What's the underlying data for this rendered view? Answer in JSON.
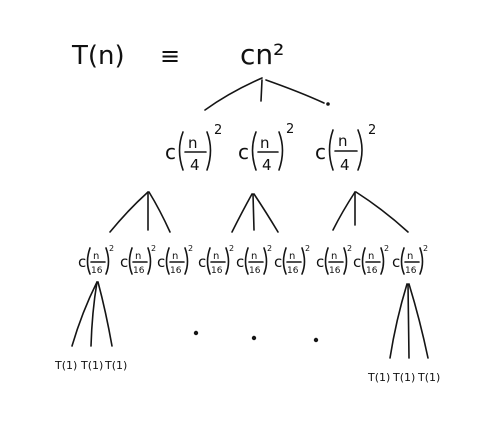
{
  "root": {
    "lhs": "T(n)",
    "equiv": "≡",
    "cost": "cn²"
  },
  "level1": {
    "nodes": [
      {
        "coef": "c",
        "num": "n",
        "den": "4",
        "exp": "2"
      },
      {
        "coef": "c",
        "num": "n",
        "den": "4",
        "exp": "2"
      },
      {
        "coef": "c",
        "num": "n",
        "den": "4",
        "exp": "2"
      }
    ]
  },
  "level2": {
    "nodes": [
      {
        "coef": "c",
        "num": "n",
        "den": "16",
        "exp": "2"
      },
      {
        "coef": "c",
        "num": "n",
        "den": "16",
        "exp": "2"
      },
      {
        "coef": "c",
        "num": "n",
        "den": "16",
        "exp": "2"
      },
      {
        "coef": "c",
        "num": "n",
        "den": "16",
        "exp": "2"
      },
      {
        "coef": "c",
        "num": "n",
        "den": "16",
        "exp": "2"
      },
      {
        "coef": "c",
        "num": "n",
        "den": "16",
        "exp": "2"
      },
      {
        "coef": "c",
        "num": "n",
        "den": "16",
        "exp": "2"
      },
      {
        "coef": "c",
        "num": "n",
        "den": "16",
        "exp": "2"
      },
      {
        "coef": "c",
        "num": "n",
        "den": "16",
        "exp": "2"
      }
    ]
  },
  "leaves": {
    "left": [
      "T(1)",
      "T(1)",
      "T(1)"
    ],
    "right": [
      "T(1)",
      "T(1)",
      "T(1)"
    ]
  }
}
